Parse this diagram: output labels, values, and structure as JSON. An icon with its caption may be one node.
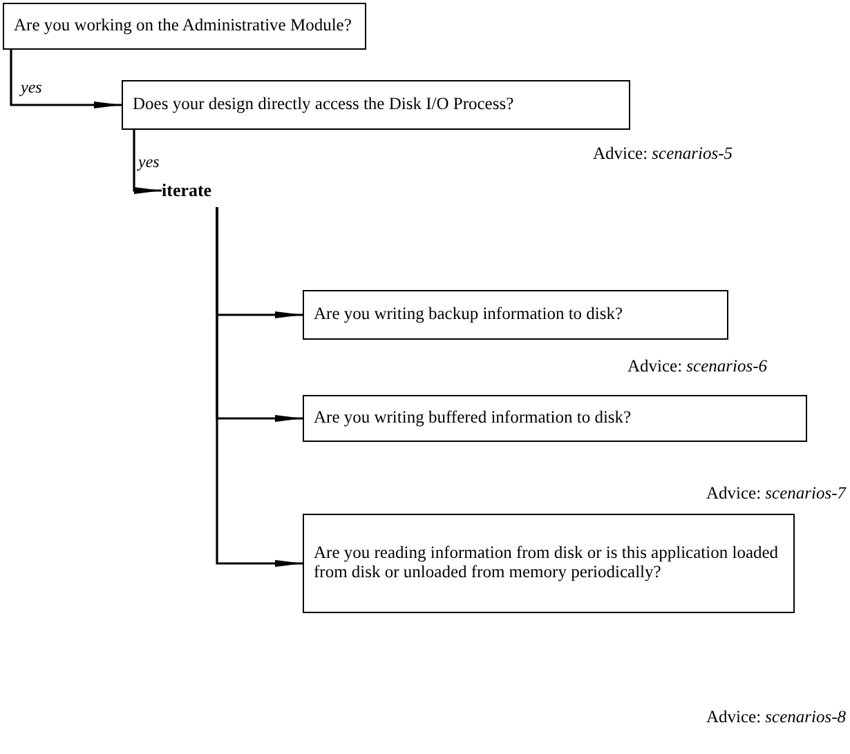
{
  "diagram": {
    "nodes": [
      {
        "text": [
          "Are you working on the Administrative Module?"
        ]
      },
      {
        "text": [
          "Does your design directly access the Disk I/O Process?"
        ],
        "beside": [
          "Advice: *scenarios-5*"
        ]
      },
      {
        "text": [
          "iterate"
        ]
      },
      {
        "text": [
          "Are you writing backup information to disk?"
        ],
        "beside": [
          "Advice: *scenarios-6*"
        ]
      },
      {
        "text": [
          "Are you writing buffered information to disk?"
        ]
      },
      {
        "text": [
          "Are you reading information from disk or is this application loaded from disk or unloaded from memory periodically?"
        ]
      }
    ],
    "edges": [
      {
        "from": 0,
        "to": 1,
        "arrow": "to",
        "label": "yes"
      },
      {
        "from": 1,
        "to": 2,
        "arrow": "to",
        "label": "yes"
      },
      {
        "from": 2,
        "to": 3,
        "arrow": "to"
      },
      {
        "from": 2,
        "to": 4,
        "arrow": "to"
      },
      {
        "from": 2,
        "to": 5,
        "arrow": "to"
      }
    ],
    "labels": [
      "Advice: *scenarios-7*",
      "Advice: *scenarios-8*"
    ]
  }
}
